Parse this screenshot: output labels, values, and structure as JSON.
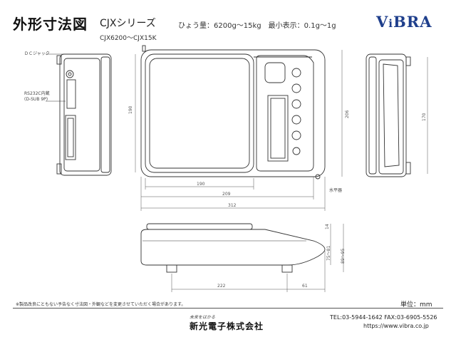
{
  "header": {
    "title": "外形寸法図",
    "series": "CJXシリーズ",
    "spec": "ひょう量：6200g～15kg　最小表示：0.1g～1g",
    "models": "CJX6200～CJX15K",
    "logo": {
      "text_main": "V",
      "text_i": "i",
      "text_rest": "BRA",
      "color": "#1f3f8c"
    }
  },
  "annotations": {
    "dc_jack": "ＤＣジャック",
    "rs232c": "RS232C内蔵",
    "dsub": "(D-SUB 9P)",
    "level": "水平器"
  },
  "dimensions": {
    "pan_width": "190",
    "pan_depth": "190",
    "body_width_inner": "209",
    "overall_width": "312",
    "overall_depth": "206",
    "side_depth": "170",
    "foot_span": "222",
    "front_overhang": "61",
    "height_range_a": "75～81",
    "height_range_b": "89～95",
    "pan_thickness": "14"
  },
  "footer": {
    "note": "※製品改良にともない予告なく寸法図・外観などを変更させていただく場合があります。",
    "unit": "単位：mm",
    "tagline": "未来をはかる",
    "company": "新光電子株式会社",
    "tel": "TEL:03-5944-1642  FAX:03-6905-5526",
    "url": "https://www.vibra.co.jp"
  }
}
